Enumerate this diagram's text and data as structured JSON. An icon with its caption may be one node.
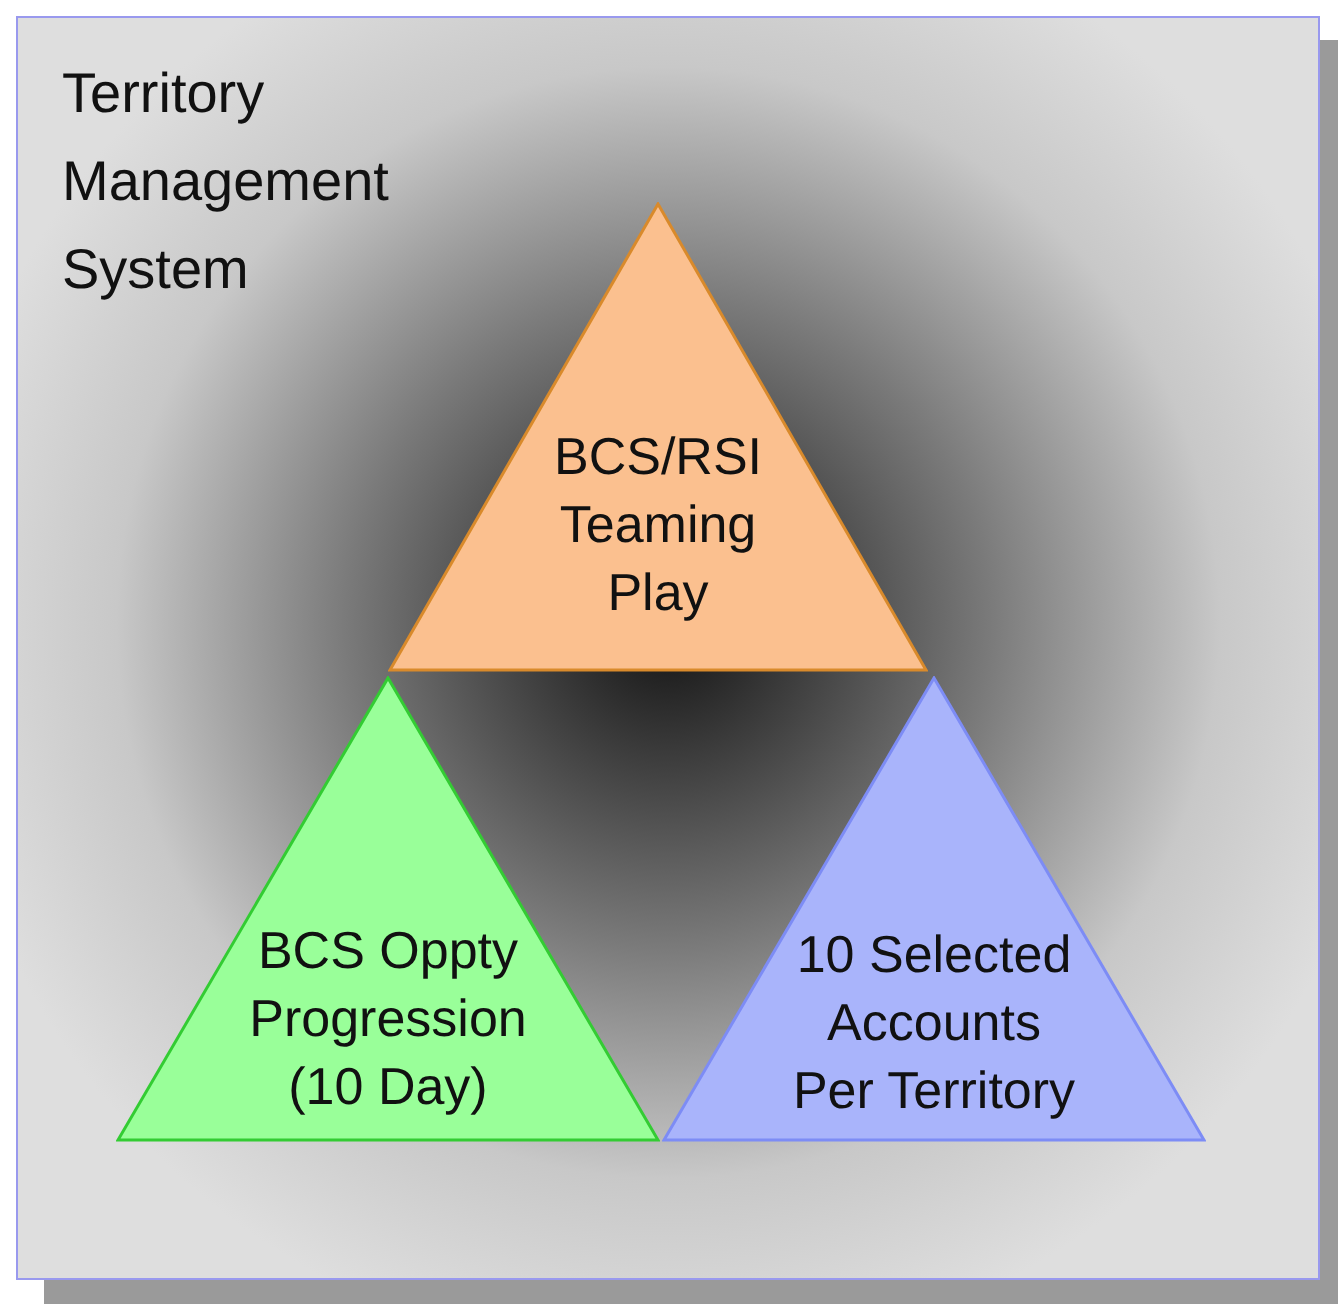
{
  "diagram": {
    "nodes": [
      {
        "text": [
          "Territory Management System"
        ]
      },
      {
        "text": [
          "BCS/RSI Teaming Play"
        ],
        "in": 0
      },
      {
        "text": [
          "BCS Oppty Progression (10 Day)"
        ],
        "in": 0
      },
      {
        "text": [
          "10 Selected Accounts Per Territory"
        ],
        "in": 0
      }
    ]
  }
}
